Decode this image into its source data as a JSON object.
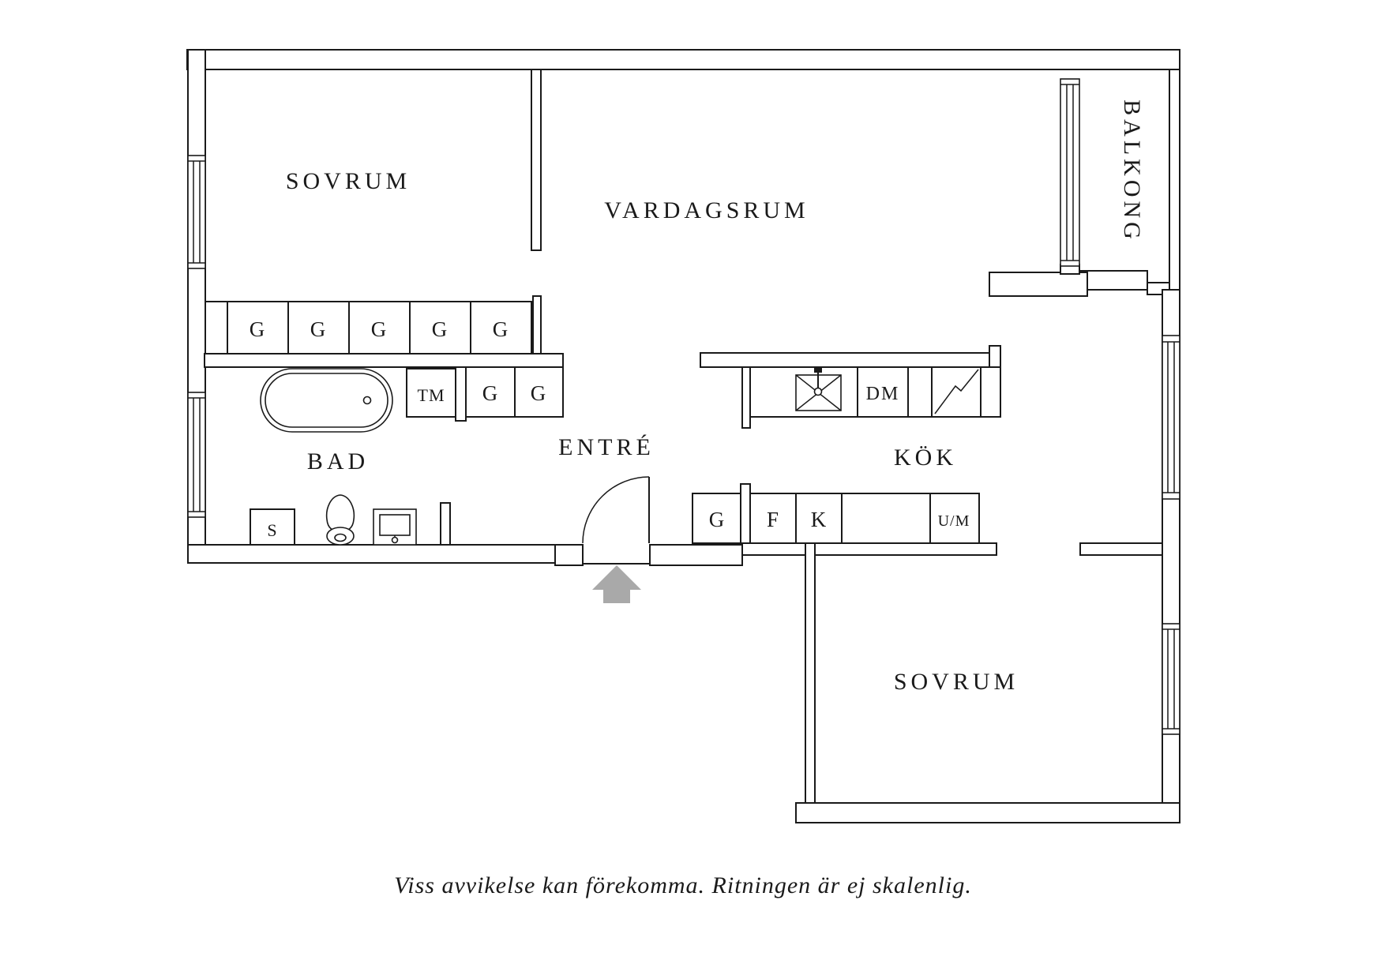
{
  "labels": {
    "bedroom_top": "SOVRUM",
    "living_room": "VARDAGSRUM",
    "balcony": "BALKONG",
    "bathroom": "BAD",
    "entrance": "ENTRÉ",
    "kitchen": "KÖK",
    "bedroom_bottom": "SOVRUM"
  },
  "units": {
    "wardrobes": [
      "G",
      "G",
      "G",
      "G",
      "G"
    ],
    "washing_machine": "TM",
    "hall_wardrobes": [
      "G",
      "G"
    ],
    "storage_s": "S",
    "dishwasher": "DM",
    "kitchen_lower": [
      "G",
      "F",
      "K"
    ],
    "washer_dryer": "U/M"
  },
  "footer": {
    "disclaimer": "Viss avvikelse kan förekomma. Ritningen är ej skalenlig."
  },
  "colors": {
    "line": "#1a1a1a",
    "arrow": "#a9a9a9"
  }
}
